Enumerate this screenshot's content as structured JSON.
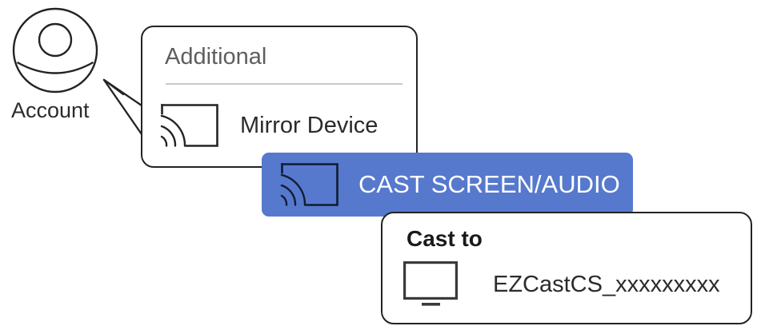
{
  "account": {
    "label": "Account",
    "avatar_icon": "account-avatar-icon"
  },
  "pointer": {
    "icon": "arrow-pointer-icon"
  },
  "additional_panel": {
    "title": "Additional",
    "divider": true,
    "items": [
      {
        "icon": "cast-screen-icon",
        "label": "Mirror Device"
      }
    ]
  },
  "cast_bar": {
    "icon": "cast-screen-icon",
    "label": "CAST SCREEN/AUDIO",
    "background_color": "#5679cd",
    "text_color": "#ffffff"
  },
  "cast_to_panel": {
    "title": "Cast to",
    "devices": [
      {
        "icon": "monitor-icon",
        "name": "EZCastCS_xxxxxxxxx"
      }
    ]
  },
  "colors": {
    "accent_blue": "#5679cd",
    "outline": "#232323",
    "muted_text": "#5e5e5e",
    "divider": "#c8c8c8",
    "body_text": "#2b2b2b",
    "background": "#ffffff"
  }
}
